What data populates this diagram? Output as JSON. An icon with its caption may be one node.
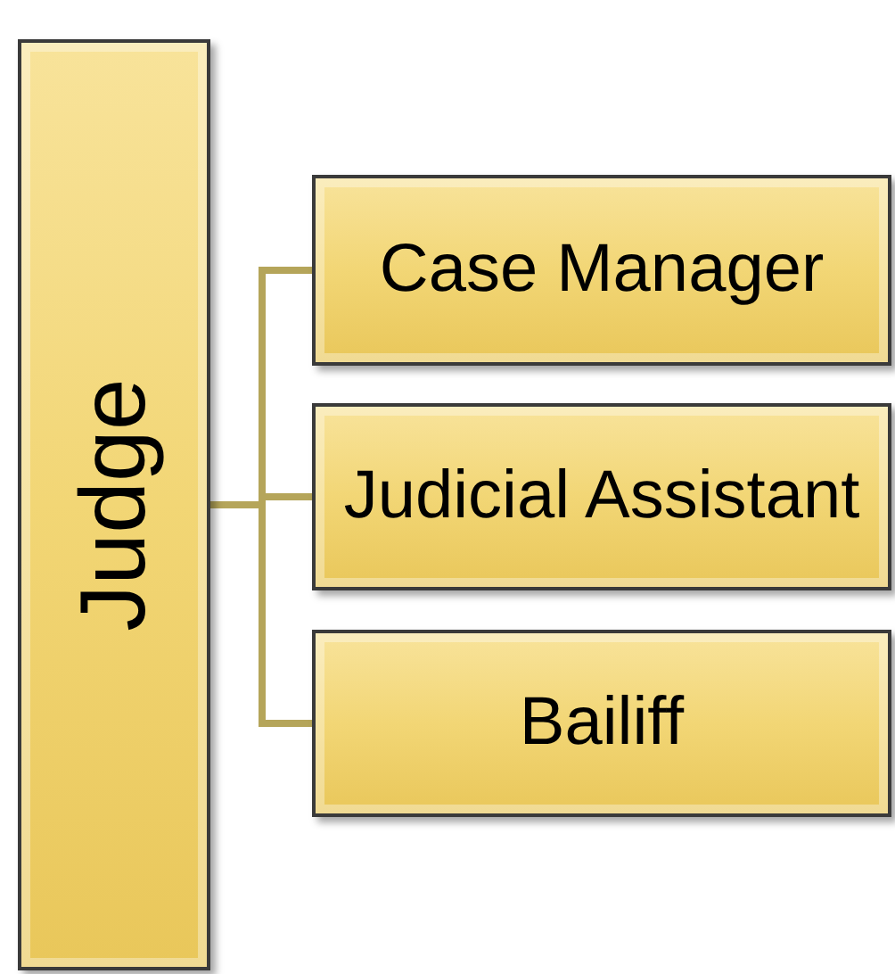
{
  "diagram": {
    "nodes": [
      {
        "text": [
          "Judge"
        ]
      },
      {
        "text": [
          "Case Manager"
        ]
      },
      {
        "text": [
          "Judicial Assistant"
        ]
      },
      {
        "text": [
          "Bailiff"
        ]
      }
    ],
    "edges": [
      {
        "from": 0,
        "to": 1,
        "arrow": "none"
      },
      {
        "from": 0,
        "to": 2,
        "arrow": "none"
      },
      {
        "from": 0,
        "to": 3,
        "arrow": "none"
      }
    ]
  }
}
